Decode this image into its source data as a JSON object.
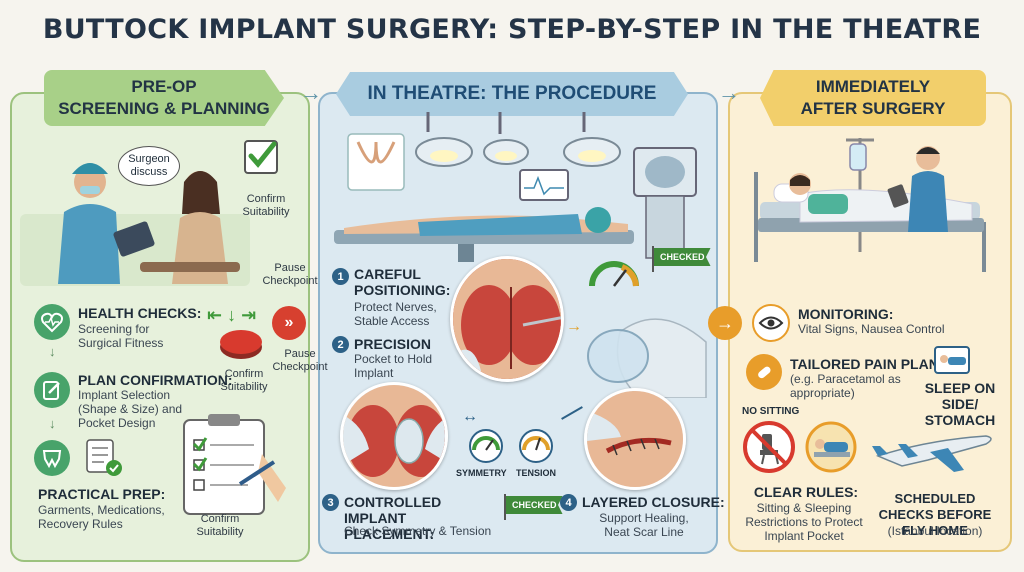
{
  "title": "BUTTOCK IMPLANT SURGERY: STEP-BY-STEP IN THE THEATRE",
  "pre_op": {
    "banner_line1": "PRE-OP",
    "banner_line2": "SCREENING & PLANNING",
    "speech": "Surgeon discuss",
    "confirm_top": "Confirm Suitability",
    "checkpoint_a": "Pause Checkpoint",
    "checkpoint_b": "Pause Checkpoint",
    "confirm_mid": "Confirm Suitability",
    "confirm_bottom": "Confirm Suitability",
    "health_checks": {
      "heading": "HEALTH CHECKS:",
      "text": "Screening for Surgical Fitness"
    },
    "plan_confirmation": {
      "heading": "PLAN CONFIRMATION:",
      "text": "Implant Selection (Shape & Size) and Pocket Design"
    },
    "practical_prep": {
      "heading": "PRACTICAL PREP:",
      "text": "Garments, Medications, Recovery Rules"
    }
  },
  "theatre": {
    "banner": "IN THEATRE: THE PROCEDURE",
    "checked_top": "CHECKED",
    "checked_bottom": "CHECKED",
    "step1": {
      "num": "1",
      "heading": "CAREFUL POSITIONING:",
      "text": "Protect Nerves, Stable Access"
    },
    "step2": {
      "num": "2",
      "heading": "PRECISION",
      "text": "Pocket to Hold Implant"
    },
    "step3": {
      "num": "3",
      "heading": "CONTROLLED IMPLANT PLACEMENT:",
      "text": "Check Symmetry & Tension"
    },
    "step4": {
      "num": "4",
      "heading": "LAYERED CLOSURE:",
      "text": "Support Healing, Neat Scar Line"
    },
    "gauge_symmetry": "SYMMETRY",
    "gauge_tension": "TENSION"
  },
  "after": {
    "banner_line1": "IMMEDIATELY",
    "banner_line2": "AFTER SURGERY",
    "monitoring": {
      "heading": "MONITORING:",
      "text": "Vital Signs, Nausea Control"
    },
    "pain_plan": {
      "heading": "TAILORED PAIN PLAN:",
      "text": "(e.g. Paracetamol as appropriate)"
    },
    "sleep": "SLEEP ON SIDE/ STOMACH",
    "no_sitting": "NO SITTING",
    "clear_rules": {
      "heading": "CLEAR RULES:",
      "text": "Sitting & Sleeping Restrictions to Protect Implant Pocket"
    },
    "scheduled": {
      "heading": "SCHEDULED CHECKS BEFORE FLY HOME",
      "text": "(Istanbul location)"
    }
  }
}
